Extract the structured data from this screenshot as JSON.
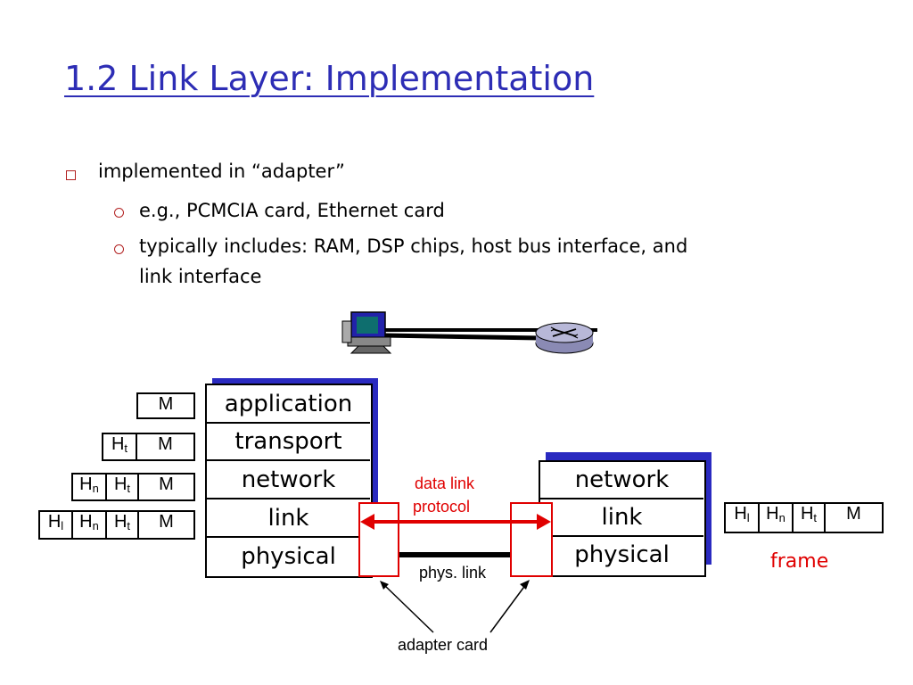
{
  "title": "1.2 Link Layer: Implementation",
  "bullets": {
    "main": "implemented in “adapter”",
    "sub1": "e.g., PCMCIA card, Ethernet card",
    "sub2_line1": "typically includes: RAM, DSP chips, host bus interface, and",
    "sub2_line2": "link interface"
  },
  "host_stack": [
    "application",
    "transport",
    "network",
    "link",
    "physical"
  ],
  "router_stack": [
    "network",
    "link",
    "physical"
  ],
  "headers": {
    "M": "M",
    "Ht": "H",
    "Ht_sub": "t",
    "Hn": "H",
    "Hn_sub": "n",
    "Hl": "H",
    "Hl_sub": "l"
  },
  "labels": {
    "data_link_1": "data link",
    "data_link_2": "protocol",
    "phys_link": "phys. link",
    "adapter_card": "adapter card",
    "frame": "frame"
  },
  "colors": {
    "title": "#2d2db5",
    "accent_red": "#e00000",
    "stack_shadow": "#2a2ac0",
    "bullet": "#b22222"
  },
  "icons": [
    "computer-icon",
    "router-icon"
  ]
}
